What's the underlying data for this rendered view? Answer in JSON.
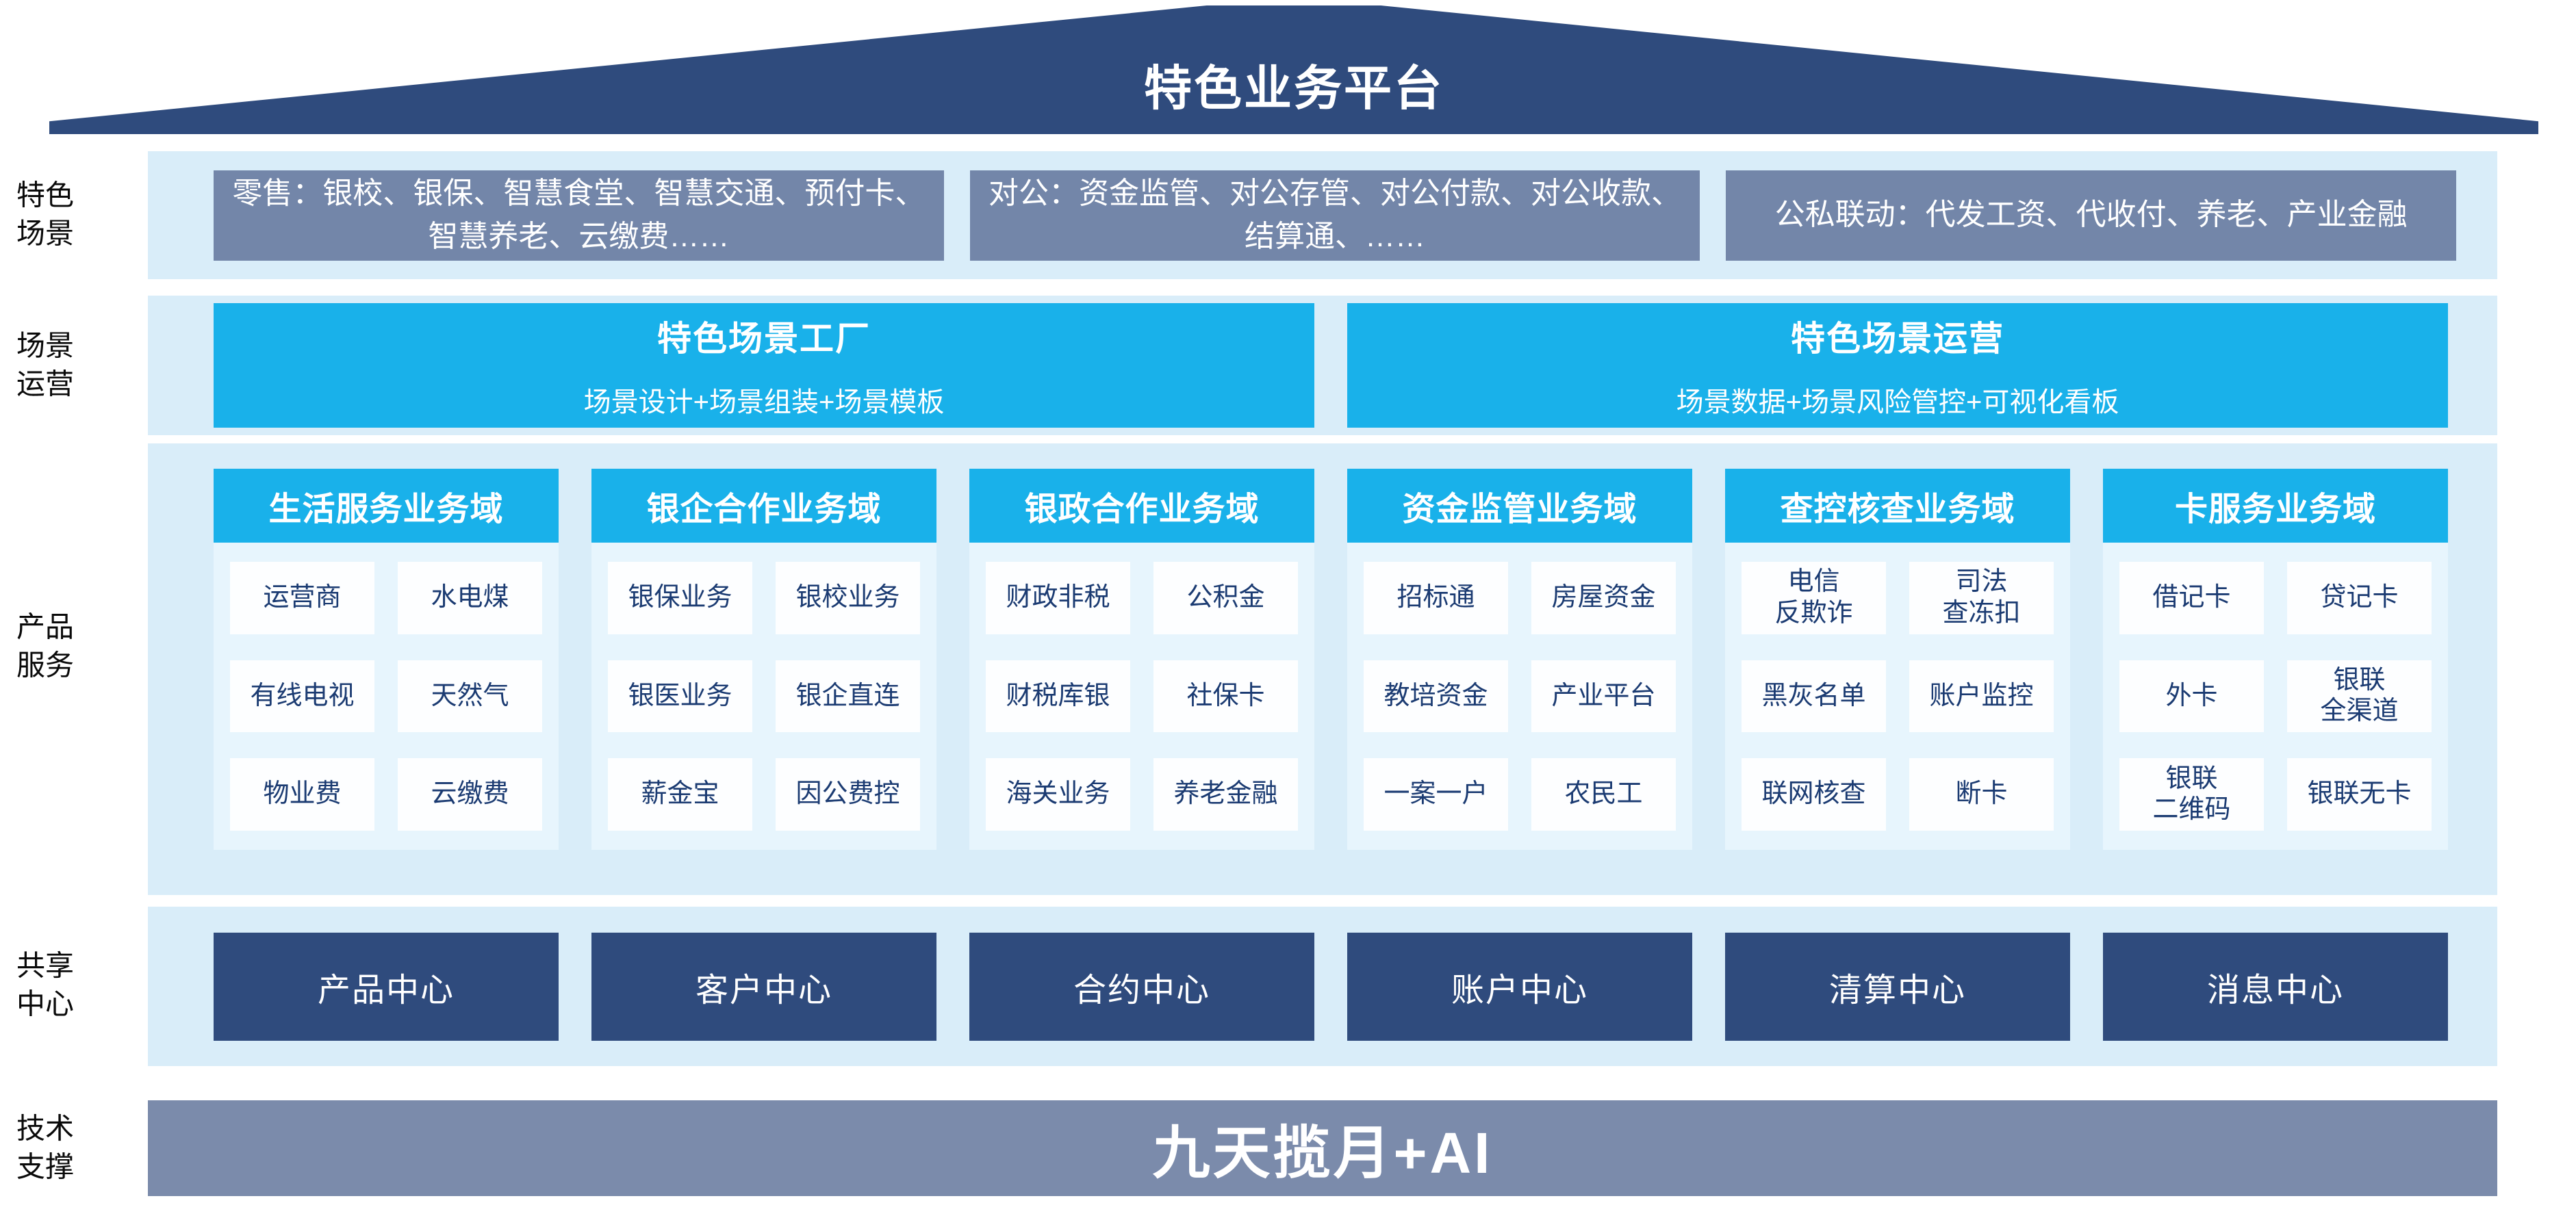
{
  "colors": {
    "navy": "#2F4B7D",
    "cyan": "#19B1EA",
    "slate": "#7386A9",
    "panel": "#D9EDF9",
    "colBody": "#E7F5FD",
    "cellText": "#1B3B72",
    "barGray": "#7B8BAB"
  },
  "roof": {
    "title": "特色业务平台"
  },
  "side_labels": [
    {
      "lines": [
        "特色",
        "场景"
      ]
    },
    {
      "lines": [
        "场景",
        "运营"
      ]
    },
    {
      "lines": [
        "产品",
        "服务"
      ]
    },
    {
      "lines": [
        "共享",
        "中心"
      ]
    },
    {
      "lines": [
        "技术",
        "支撑"
      ]
    }
  ],
  "scene_row": {
    "boxes": [
      "零售：银校、银保、智慧食堂、智慧交通、预付卡、智慧养老、云缴费……",
      "对公：资金监管、对公存管、对公付款、对公收款、结算通、……",
      "公私联动：代发工资、代收付、养老、产业金融"
    ]
  },
  "operation_row": {
    "boxes": [
      {
        "title": "特色场景工厂",
        "subtitle": "场景设计+场景组装+场景模板"
      },
      {
        "title": "特色场景运营",
        "subtitle": "场景数据+场景风险管控+可视化看板"
      }
    ]
  },
  "product_row": {
    "columns": [
      {
        "header": "生活服务业务域",
        "cells": [
          "运营商",
          "水电煤",
          "有线电视",
          "天然气",
          "物业费",
          "云缴费"
        ]
      },
      {
        "header": "银企合作业务域",
        "cells": [
          "银保业务",
          "银校业务",
          "银医业务",
          "银企直连",
          "薪金宝",
          "因公费控"
        ]
      },
      {
        "header": "银政合作业务域",
        "cells": [
          "财政非税",
          "公积金",
          "财税库银",
          "社保卡",
          "海关业务",
          "养老金融"
        ]
      },
      {
        "header": "资金监管业务域",
        "cells": [
          "招标通",
          "房屋资金",
          "教培资金",
          "产业平台",
          "一案一户",
          "农民工"
        ]
      },
      {
        "header": "查控核查业务域",
        "cells": [
          "电信\n反欺诈",
          "司法\n查冻扣",
          "黑灰名单",
          "账户监控",
          "联网核查",
          "断卡"
        ]
      },
      {
        "header": "卡服务业务域",
        "cells": [
          "借记卡",
          "贷记卡",
          "外卡",
          "银联\n全渠道",
          "银联\n二维码",
          "银联无卡"
        ]
      }
    ]
  },
  "shared_row": {
    "centers": [
      "产品中心",
      "客户中心",
      "合约中心",
      "账户中心",
      "清算中心",
      "消息中心"
    ]
  },
  "tech_row": {
    "label": "九天揽月+AI"
  }
}
